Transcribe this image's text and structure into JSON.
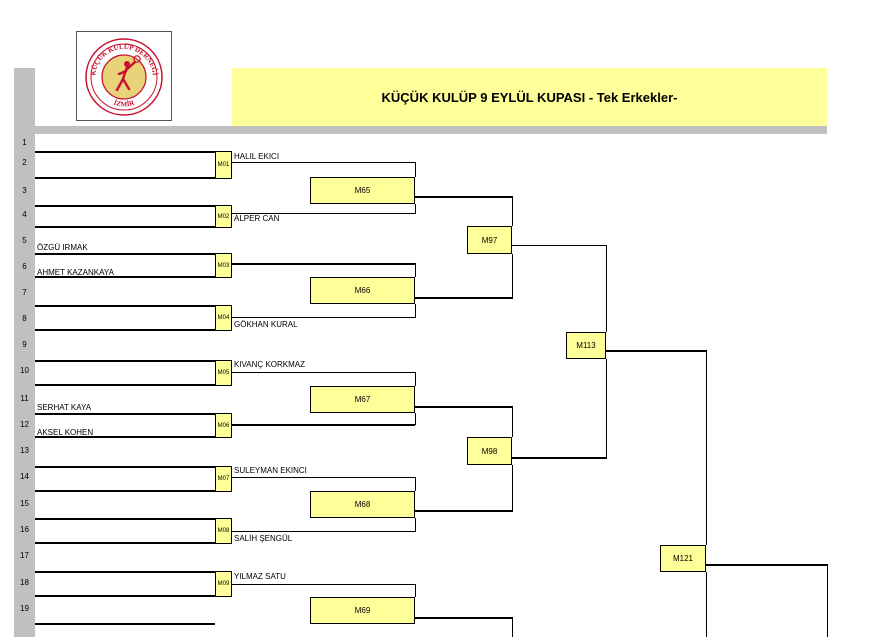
{
  "header": {
    "title": "KÜÇÜK KULÜP 9 EYLÜL KUPASI - Tek Erkekler-",
    "logo_text_top": "KÜÇÜK KULÜP DERNEĞİ",
    "logo_text_bottom": "İZMİR"
  },
  "colors": {
    "box_fill": "#ffff99",
    "row_strip": "#c0c0c0",
    "logo_ring": "#c8102e"
  },
  "rows": [
    "1",
    "2",
    "3",
    "4",
    "5",
    "6",
    "7",
    "8",
    "9",
    "10",
    "11",
    "12",
    "13",
    "14",
    "15",
    "16",
    "17",
    "18",
    "19"
  ],
  "matches": {
    "r1": [
      "M01",
      "M02",
      "M03",
      "M04",
      "M05",
      "M06",
      "M07",
      "M08",
      "M09"
    ],
    "r2": [
      "M65",
      "M66",
      "M67",
      "M68",
      "M69"
    ],
    "r3": [
      "M97",
      "M98"
    ],
    "r4": [
      "M113"
    ],
    "r5": [
      "M121"
    ]
  },
  "players": {
    "halil_ekici": "HALIL EKICI",
    "alper_can": "ALPER CAN",
    "ozgu_irmak": "ÖZGÜ IRMAK",
    "ahmet_kazankaya": "AHMET KAZANKAYA",
    "gokhan_kural": "GÖKHAN KURAL",
    "kivanc_korkmaz": "KIVANÇ KORKMAZ",
    "serhat_kaya": "SERHAT KAYA",
    "aksel_kohen": "AKSEL KOHEN",
    "suleyman_ekinci": "SULEYMAN EKINCI",
    "salih_sengul": "SALİH ŞENGÜL",
    "yilmaz_satu": "YILMAZ SATU"
  }
}
